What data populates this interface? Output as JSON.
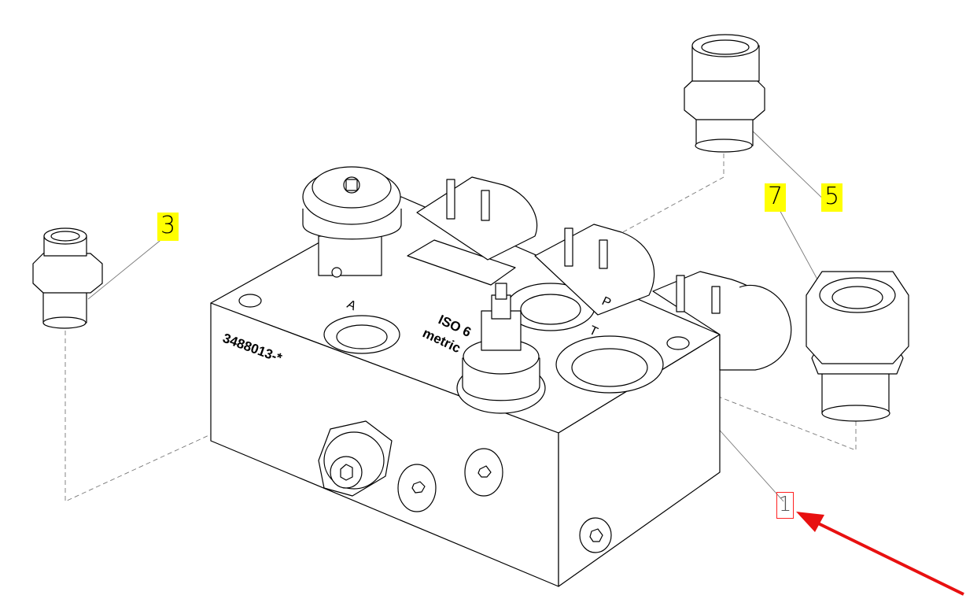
{
  "drawing": {
    "part_number": "3488013-*",
    "iso_text_1": "ISO 6",
    "iso_text_2": "metric",
    "port_labels": {
      "a": "A",
      "p": "P",
      "t": "T"
    }
  },
  "callouts": {
    "item_1": "1",
    "item_3": "3",
    "item_5": "5",
    "item_7": "7"
  },
  "colors": {
    "highlight": "#ffff00",
    "selection": "#ff2020",
    "arrow": "#e81010",
    "line": "#000000",
    "leader": "#666666"
  }
}
